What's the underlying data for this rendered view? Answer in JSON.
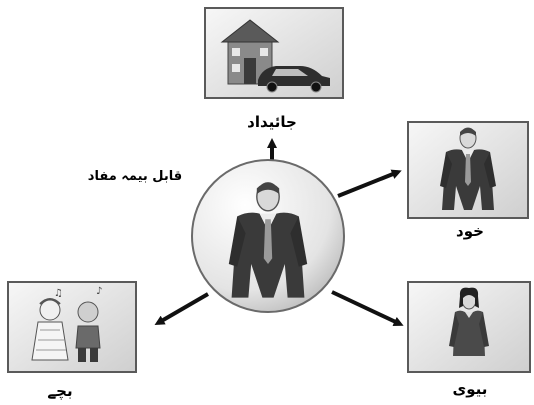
{
  "center": {
    "label": "قابل بیمہ مفاد",
    "icon": "businessman-icon"
  },
  "nodes": [
    {
      "id": "property",
      "label": "جائیداد",
      "icon": "house-and-car-icon"
    },
    {
      "id": "self",
      "label": "خود",
      "icon": "businessman-icon"
    },
    {
      "id": "wife",
      "label": "بیوی",
      "icon": "woman-icon"
    },
    {
      "id": "children",
      "label": "بچے",
      "icon": "children-icon"
    }
  ],
  "colors": {
    "frame": "#5a5a5a",
    "frame_fill": "#f2f2f2",
    "arrow": "#111111",
    "suit": "#3a3a3a"
  }
}
